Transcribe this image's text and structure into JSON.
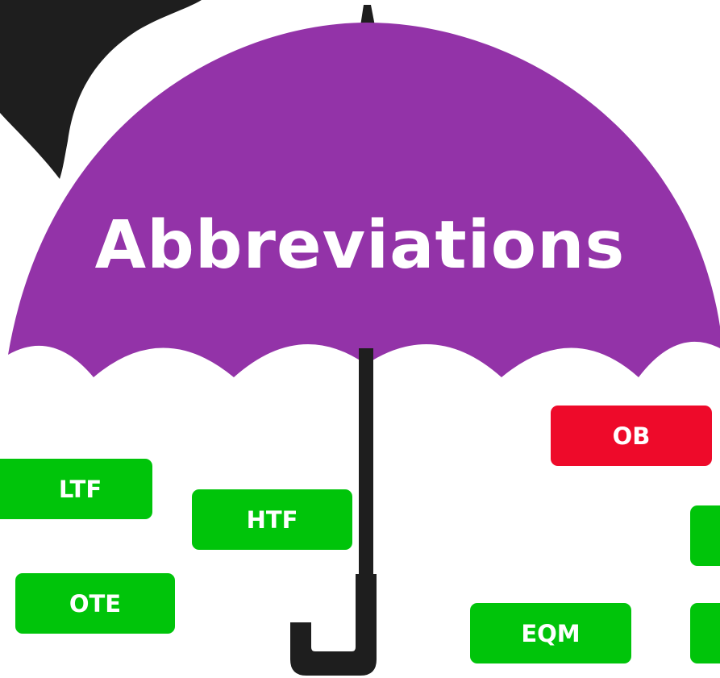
{
  "title": "Abbreviations",
  "colors": {
    "canopy": "#9333a8",
    "handle": "#1e1e1e",
    "green_tag": "#00c40a",
    "red_tag": "#ee0a2a",
    "text": "#ffffff"
  },
  "icons": {
    "umbrella": "umbrella-icon",
    "cloud": "cloud-icon"
  },
  "tags": [
    {
      "label": "OB",
      "color": "red"
    },
    {
      "label": "LTF",
      "color": "green"
    },
    {
      "label": "HTF",
      "color": "green"
    },
    {
      "label": "OTE",
      "color": "green"
    },
    {
      "label": "EQM",
      "color": "green"
    },
    {
      "label": "",
      "color": "green"
    },
    {
      "label": "",
      "color": "green"
    }
  ]
}
